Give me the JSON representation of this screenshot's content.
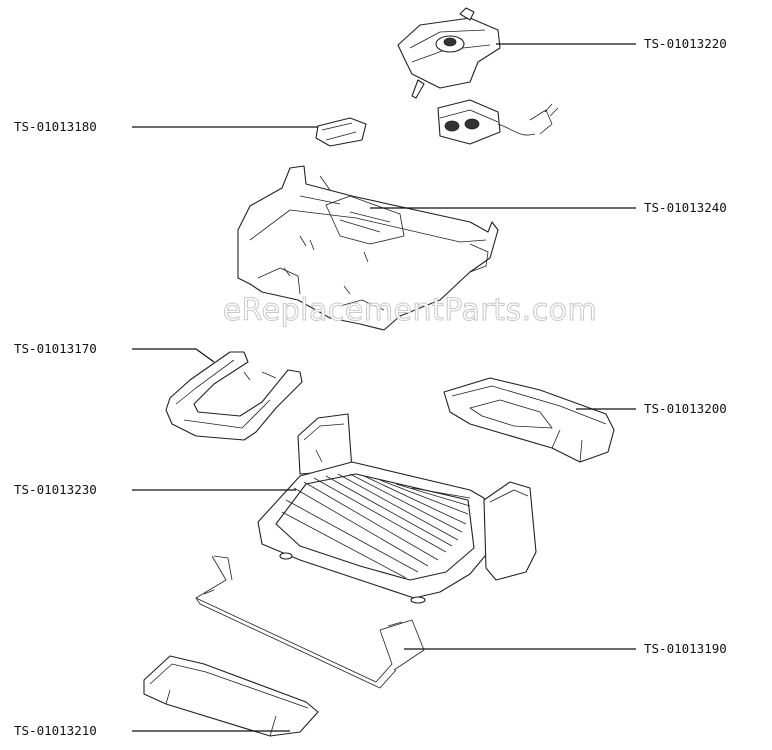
{
  "diagram": {
    "watermark": "eReplacementParts.com",
    "parts": [
      {
        "id": "cord-assembly",
        "label": "TS-01013220",
        "side": "right"
      },
      {
        "id": "clip",
        "label": "TS-01013180",
        "side": "left"
      },
      {
        "id": "top-housing",
        "label": "TS-01013240",
        "side": "right"
      },
      {
        "id": "handle",
        "label": "TS-01013170",
        "side": "left"
      },
      {
        "id": "drip-tray-right",
        "label": "TS-01013200",
        "side": "right"
      },
      {
        "id": "grill-base",
        "label": "TS-01013230",
        "side": "left"
      },
      {
        "id": "wire-stand",
        "label": "TS-01013190",
        "side": "right"
      },
      {
        "id": "drip-tray-bottom",
        "label": "TS-01013210",
        "side": "left"
      }
    ]
  }
}
